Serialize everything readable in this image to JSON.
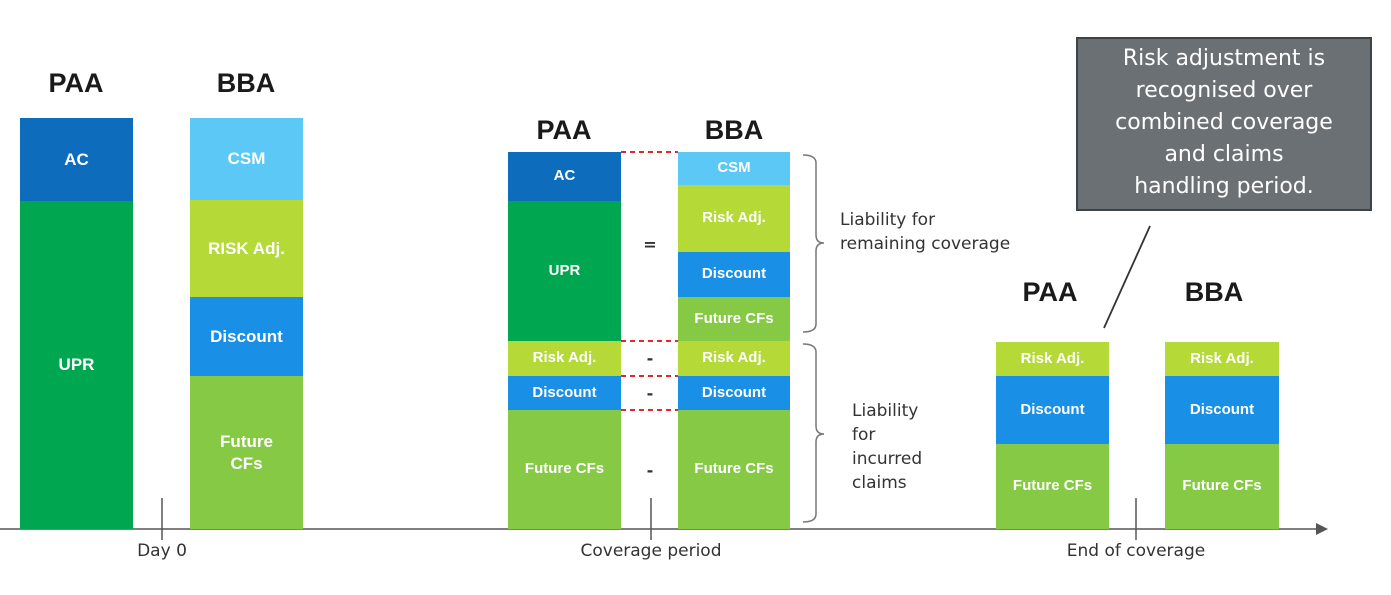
{
  "headers": {
    "paa": "PAA",
    "bba": "BBA"
  },
  "blocks": {
    "ac": "AC",
    "upr": "UPR",
    "csm": "CSM",
    "risk_adj_upper": "RISK Adj.",
    "risk_adj": "Risk Adj.",
    "discount": "Discount",
    "future_cfs": "Future CFs",
    "future_cfs_line1": "Future",
    "future_cfs_line2": "CFs"
  },
  "relations": {
    "equal": "=",
    "dash": "-"
  },
  "brackets": {
    "lrc_line1": "Liability for",
    "lrc_line2": "remaining coverage",
    "lic_line1": "Liability",
    "lic_line2": "for",
    "lic_line3": "incurred",
    "lic_line4": "claims"
  },
  "timeline": {
    "day0": "Day 0",
    "coverage": "Coverage period",
    "end": "End of coverage"
  },
  "callout": {
    "line1": "Risk adjustment is",
    "line2": "recognised over",
    "line3": "combined coverage",
    "line4": "and claims",
    "line5": "handling period."
  },
  "colors": {
    "ac": "#0e6cbd",
    "upr": "#00a650",
    "csm": "#5bc8f5",
    "risk_adj": "#b5d936",
    "discount": "#1a8fe6",
    "future_cfs": "#86c945",
    "callout": "#6b7074",
    "connector_dashed": "#e0282e"
  }
}
